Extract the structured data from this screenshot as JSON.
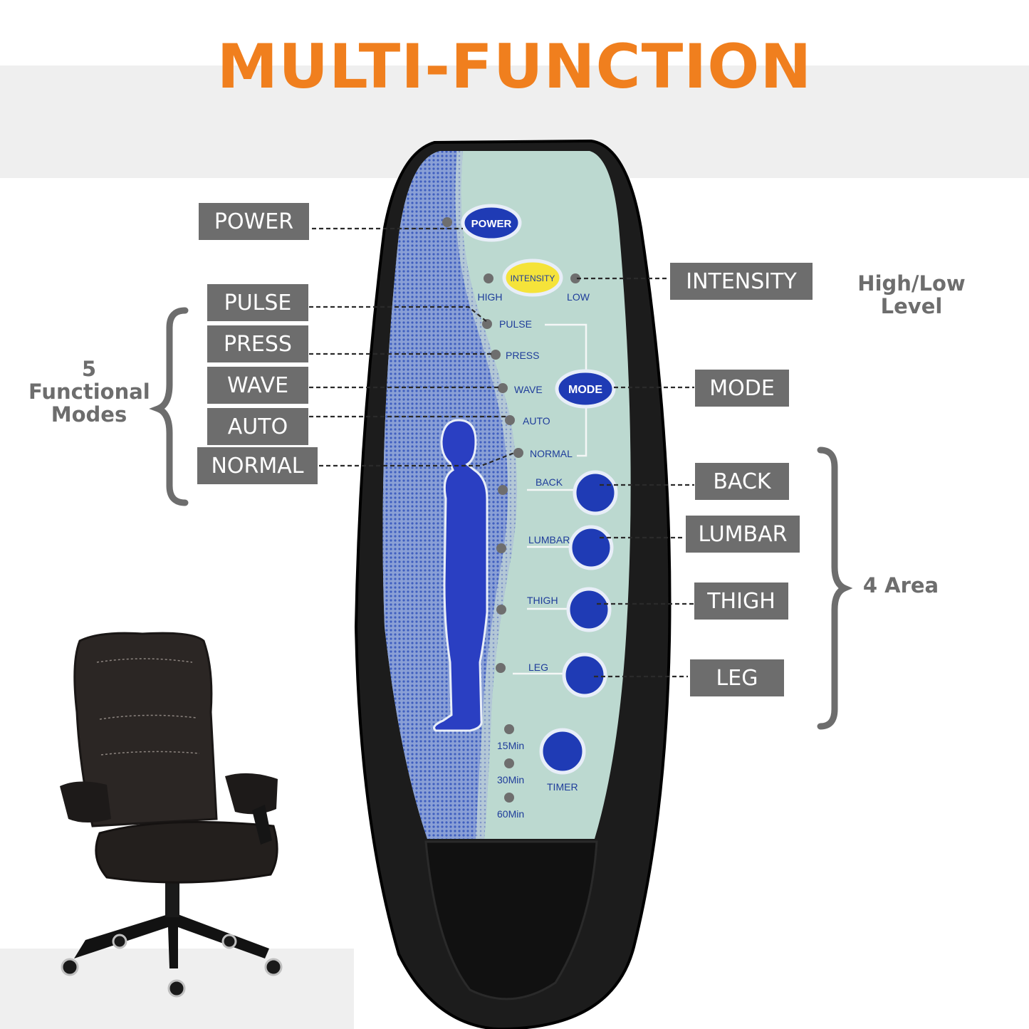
{
  "title": "MULTI-FUNCTION",
  "callouts": {
    "power": "POWER",
    "intensity": "INTENSITY",
    "intensity_note": "High/Low Level",
    "pulse": "PULSE",
    "press": "PRESS",
    "wave": "WAVE",
    "auto": "AUTO",
    "normal": "NORMAL",
    "modes_number": "5",
    "modes_word1": "Functional",
    "modes_word2": "Modes",
    "mode": "MODE",
    "back": "BACK",
    "lumbar": "LUMBAR",
    "thigh": "THIGH",
    "leg": "LEG",
    "area_note": "4 Area"
  },
  "remote": {
    "power_btn": "POWER",
    "intensity_btn": "INTENSITY",
    "high": "HIGH",
    "low": "LOW",
    "pulse": "PULSE",
    "press": "PRESS",
    "wave": "WAVE",
    "auto": "AUTO",
    "normal": "NORMAL",
    "mode_btn": "MODE",
    "back": "BACK",
    "lumbar": "LUMBAR",
    "thigh": "THIGH",
    "leg": "LEG",
    "min15": "15Min",
    "min30": "30Min",
    "min60": "60Min",
    "timer": "TIMER"
  },
  "colors": {
    "title": "#f07f1e",
    "label_bg": "#6d6d6d",
    "remote_body": "#1c1c1c",
    "panel_mint": "#bcd9d0",
    "panel_blue": "#6f87c9",
    "button_blue": "#1f3bb5",
    "intensity_yellow": "#f5e33a"
  }
}
